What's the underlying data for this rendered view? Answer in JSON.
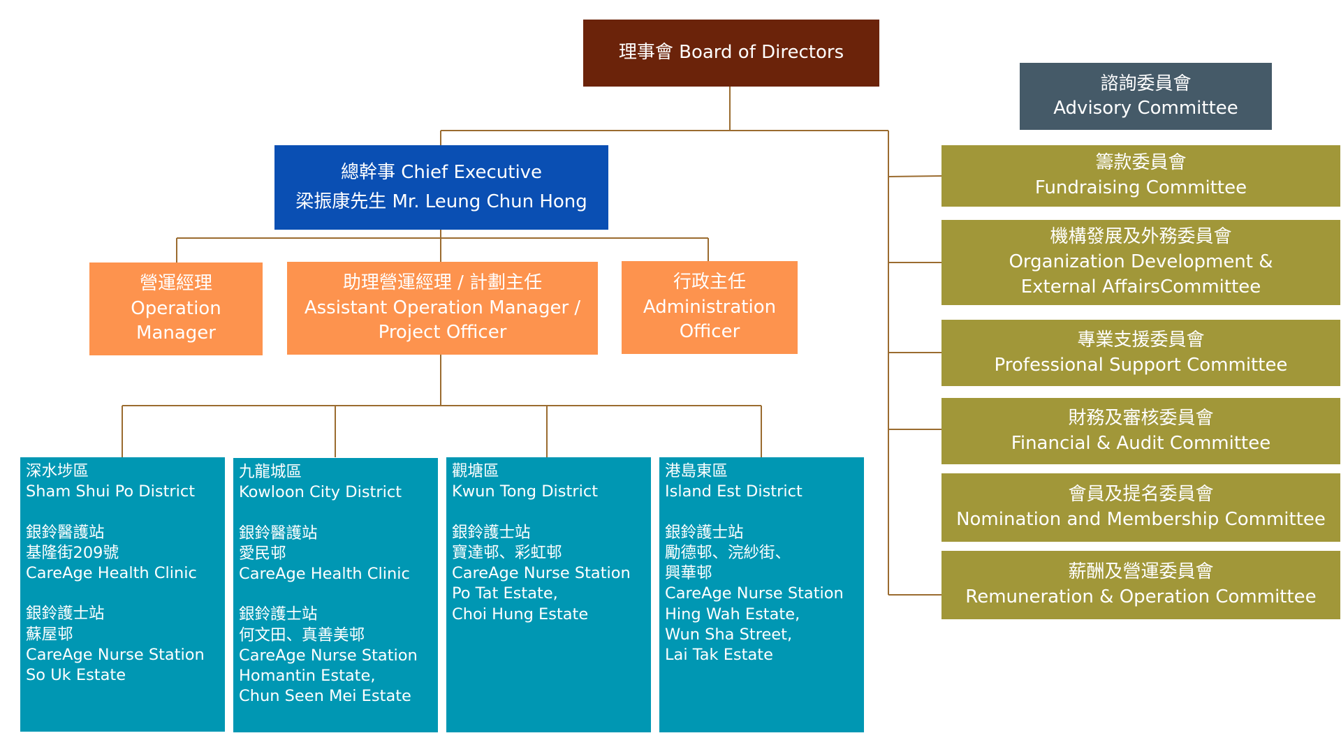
{
  "board": {
    "label": "理事會 Board of Directors"
  },
  "chief_executive": {
    "line1": "總幹事 Chief Executive",
    "line2": "梁振康先生 Mr. Leung Chun Hong"
  },
  "managers": [
    {
      "lines": [
        "營運經理",
        "Operation",
        "Manager"
      ]
    },
    {
      "lines": [
        "助理營運經理 / 計劃主任",
        "Assistant Operation Manager /",
        "Project Officer"
      ]
    },
    {
      "lines": [
        "行政主任",
        "Administration",
        "Officer"
      ]
    }
  ],
  "advisory": {
    "zh": "諮詢委員會",
    "en": "Advisory Committee"
  },
  "committees": [
    {
      "lines": [
        "籌款委員會",
        "Fundraising Committee"
      ]
    },
    {
      "lines": [
        "機構發展及外務委員會",
        "Organization Development &",
        "External AffairsCommittee"
      ]
    },
    {
      "lines": [
        "專業支援委員會",
        "Professional Support Committee"
      ]
    },
    {
      "lines": [
        "財務及審核委員會",
        "Financial & Audit Committee"
      ]
    },
    {
      "lines": [
        "會員及提名委員會",
        "Nomination and Membership Committee"
      ]
    },
    {
      "lines": [
        "薪酬及營運委員會",
        "Remuneration & Operation Committee"
      ]
    }
  ],
  "districts": [
    {
      "zh": "深水埗區",
      "en": "Sham Shui Po District",
      "station_groups": [
        [
          "銀鈴醫護站",
          "基隆街209號",
          "CareAge Health Clinic"
        ],
        [
          "銀鈴護士站",
          "蘇屋邨",
          "CareAge Nurse Station",
          "So Uk Estate"
        ]
      ]
    },
    {
      "zh": "九龍城區",
      "en": "Kowloon City District",
      "station_groups": [
        [
          "銀鈴醫護站",
          "愛民邨",
          "CareAge Health Clinic"
        ],
        [
          "銀鈴護士站",
          "何文田、真善美邨",
          "CareAge Nurse Station",
          "Homantin Estate,",
          "Chun Seen Mei Estate"
        ]
      ]
    },
    {
      "zh": "觀塘區",
      "en": "Kwun Tong District",
      "station_groups": [
        [
          "銀鈴護士站",
          "寶達邨、彩虹邨",
          "CareAge Nurse Station",
          "Po Tat Estate,",
          "Choi Hung Estate"
        ]
      ]
    },
    {
      "zh": "港島東區",
      "en": "Island Est District",
      "station_groups": [
        [
          "銀鈴護士站",
          "勵德邨、浣紗街、",
          "興華邨",
          "CareAge Nurse Station",
          "Hing Wah Estate,",
          "Wun Sha Street,",
          "Lai Tak Estate"
        ]
      ]
    }
  ],
  "colors": {
    "board": "#6b230a",
    "chief_executive": "#0a4fb3",
    "manager": "#fd934e",
    "advisory": "#455a68",
    "committee": "#a19739",
    "district": "#0097b3",
    "connector": "#9a6b2f"
  }
}
